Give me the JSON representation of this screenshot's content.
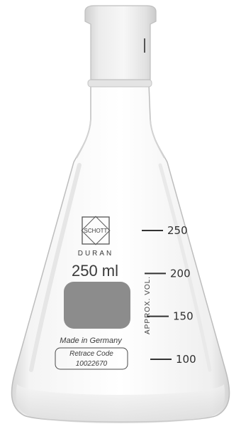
{
  "brand": {
    "logo_text": "SCHOTT",
    "name": "DURAN"
  },
  "capacity_label": "250 ml",
  "approx_label": "APPROX. VOL.",
  "graduations": [
    {
      "value": 250,
      "label": "250"
    },
    {
      "value": 200,
      "label": "200"
    },
    {
      "value": 150,
      "label": "150"
    },
    {
      "value": 100,
      "label": "100"
    }
  ],
  "origin_text": "Made in Germany",
  "retrace": {
    "title": "Retrace Code",
    "code": "10022670"
  },
  "colors": {
    "glass_edge": "#c9c9c9",
    "stopper": "#dedede",
    "marking_patch": "#8c8c8c",
    "print": "#3a3a3a"
  }
}
